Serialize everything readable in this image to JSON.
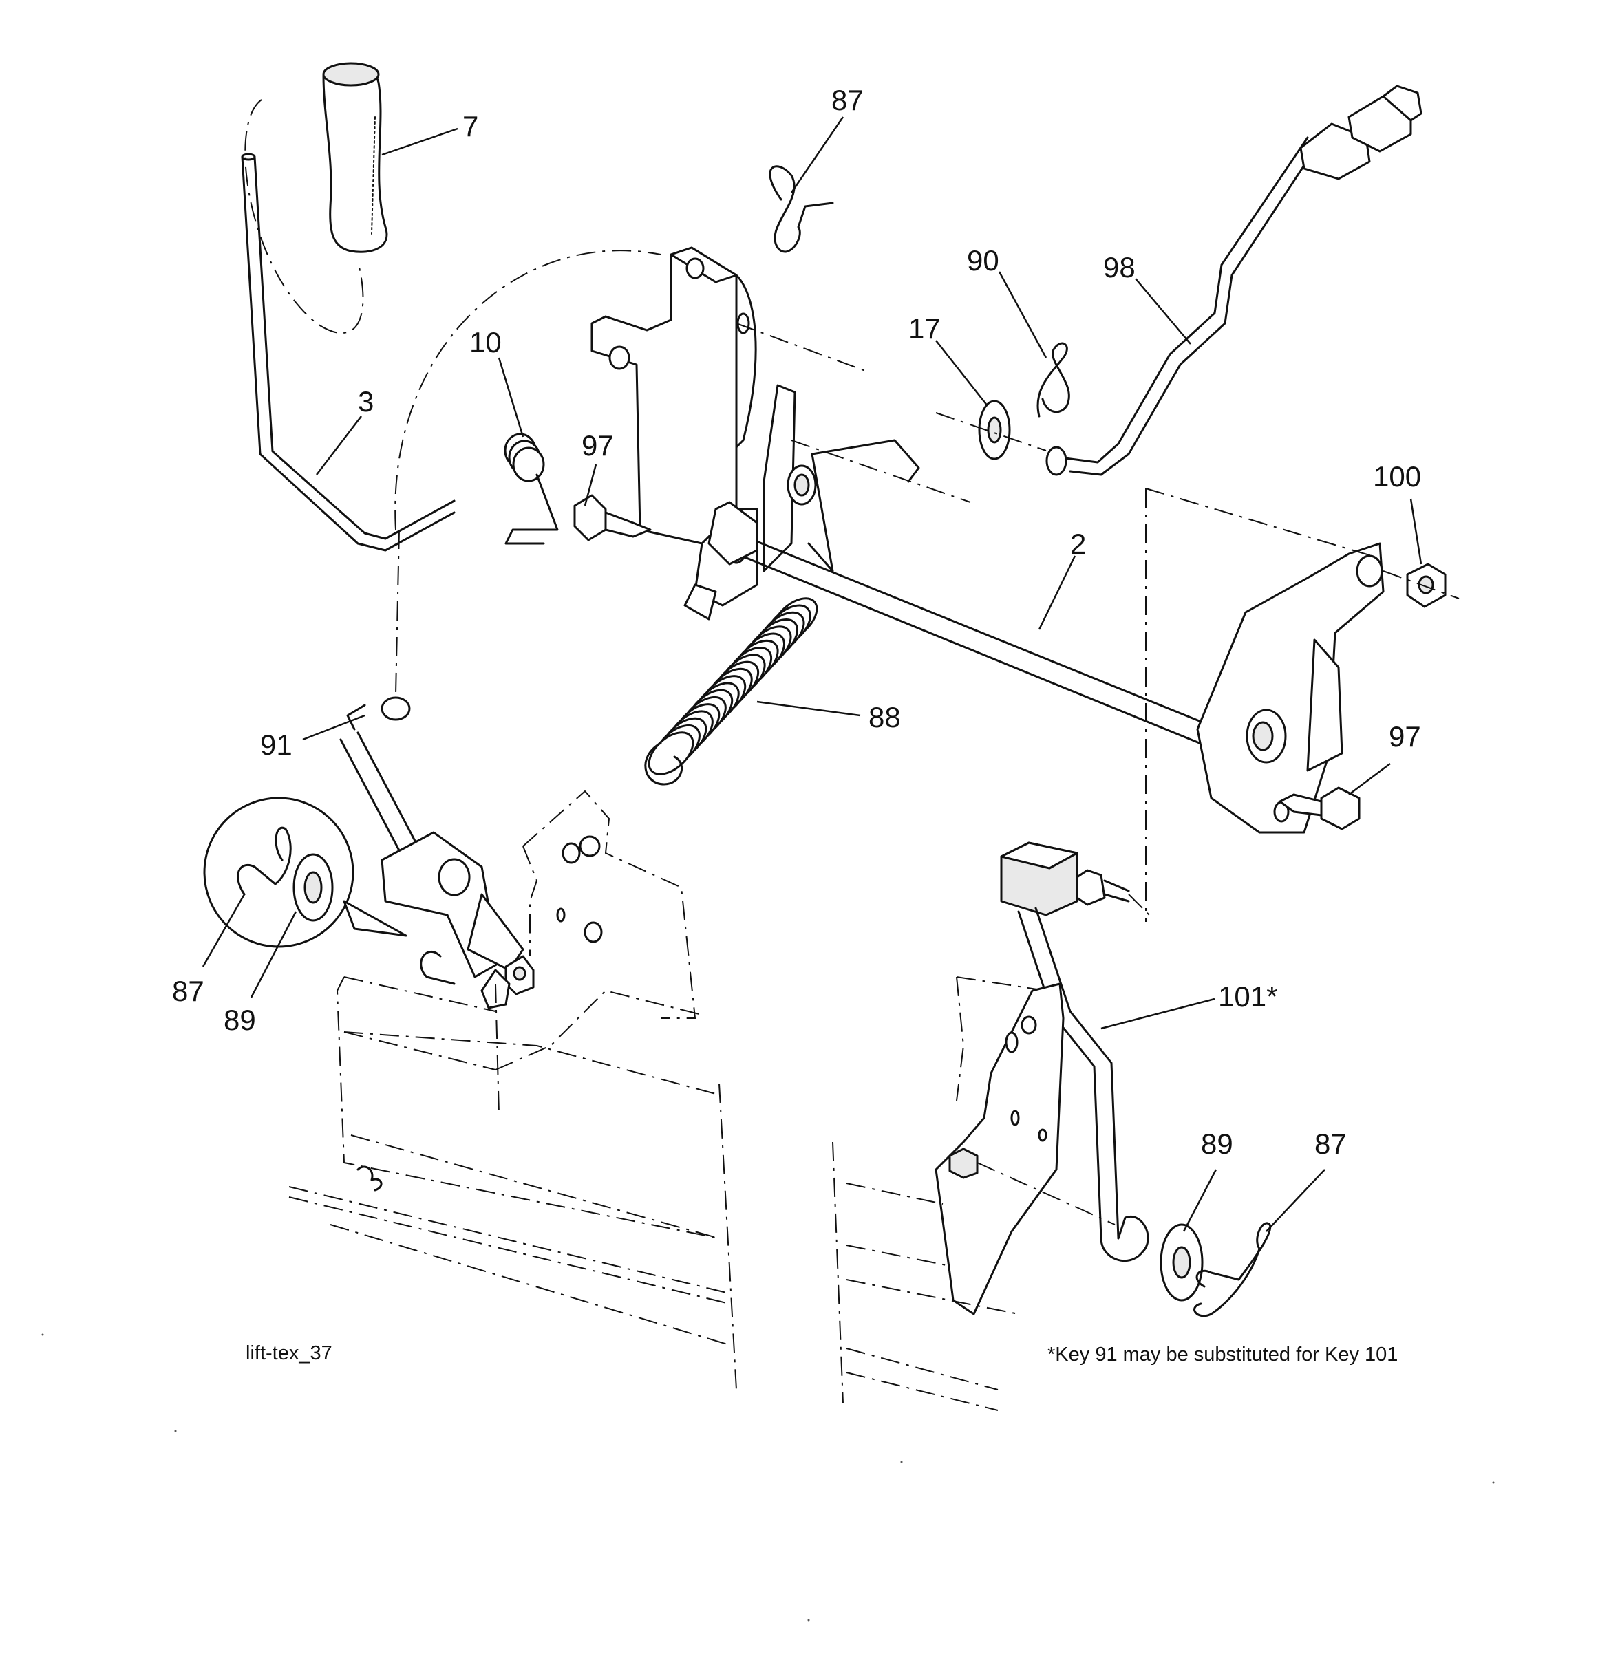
{
  "diagram": {
    "drawing_id": "lift-tex_37",
    "footnote": "*Key 91 may be substituted for Key 101",
    "callouts": {
      "c7": "7",
      "c87_top": "87",
      "c90": "90",
      "c98": "98",
      "c17": "17",
      "c10": "10",
      "c3": "3",
      "c97_left": "97",
      "c100": "100",
      "c2": "2",
      "c88": "88",
      "c91": "91",
      "c97_right": "97",
      "c87_left": "87",
      "c89_left": "89",
      "c101": "101*",
      "c89_right": "89",
      "c87_right": "87"
    }
  }
}
